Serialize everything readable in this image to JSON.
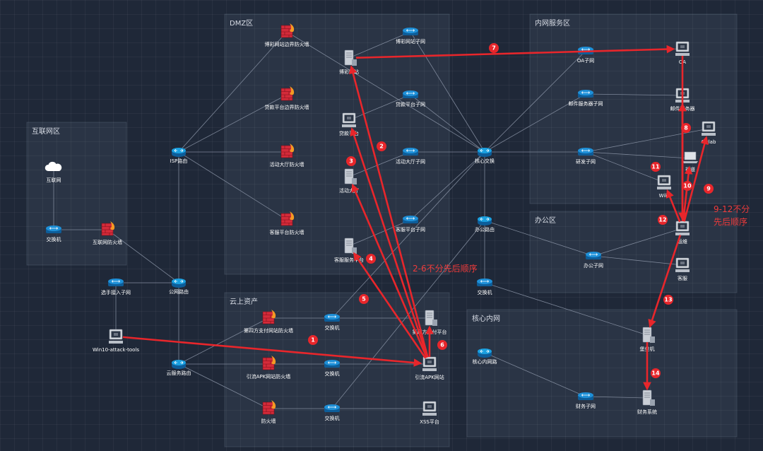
{
  "zones": [
    {
      "id": "dmz",
      "title": "DMZ区"
    },
    {
      "id": "intranet",
      "title": "内网服务区"
    },
    {
      "id": "internet",
      "title": "互联网区"
    },
    {
      "id": "office",
      "title": "办公区"
    },
    {
      "id": "cloud",
      "title": "云上资产"
    },
    {
      "id": "core",
      "title": "核心内网"
    }
  ],
  "nodes": [
    {
      "id": "internet_cloud",
      "type": "cloud",
      "label": "互联网"
    },
    {
      "id": "inet_switch",
      "type": "switch",
      "label": "交换机"
    },
    {
      "id": "inet_fw",
      "type": "firewall",
      "label": "互联网防火墙"
    },
    {
      "id": "isp_router",
      "type": "router",
      "label": "ISP路由"
    },
    {
      "id": "public_router",
      "type": "router",
      "label": "公网路由"
    },
    {
      "id": "player_subnet",
      "type": "switch",
      "label": "选手接入子网"
    },
    {
      "id": "win10",
      "type": "pc",
      "label": "Win10-attack-tools"
    },
    {
      "id": "cloud_router",
      "type": "router",
      "label": "云服务路由"
    },
    {
      "id": "gamb_fw",
      "type": "firewall",
      "label": "博彩网站边界防火墙"
    },
    {
      "id": "gamb_subnet",
      "type": "switch",
      "label": "博彩网站子网"
    },
    {
      "id": "gamb_site",
      "type": "server",
      "label": "博彩网站"
    },
    {
      "id": "loan_fw",
      "type": "firewall",
      "label": "贷款平台边界防火墙"
    },
    {
      "id": "loan_subnet",
      "type": "switch",
      "label": "贷款平台子网"
    },
    {
      "id": "loan_platform",
      "type": "pc",
      "label": "贷款平台"
    },
    {
      "id": "event_fw",
      "type": "firewall",
      "label": "活动大厅防火墙"
    },
    {
      "id": "event_subnet",
      "type": "switch",
      "label": "活动大厅子网"
    },
    {
      "id": "event_hall",
      "type": "server",
      "label": "活动大厅"
    },
    {
      "id": "cs_fw",
      "type": "firewall",
      "label": "客服平台防火墙"
    },
    {
      "id": "cs_subnet",
      "type": "switch",
      "label": "客服平台子网"
    },
    {
      "id": "cs_platform",
      "type": "server",
      "label": "客服服务平台"
    },
    {
      "id": "core_switch",
      "type": "router",
      "label": "核心交换"
    },
    {
      "id": "office_router",
      "type": "router",
      "label": "办公路由"
    },
    {
      "id": "core_sw2",
      "type": "switch",
      "label": "交换机"
    },
    {
      "id": "core_inner_router",
      "type": "router",
      "label": "核心内网路"
    },
    {
      "id": "pay_fw",
      "type": "firewall",
      "label": "第四方支付网站防火墙"
    },
    {
      "id": "pay_sw",
      "type": "switch",
      "label": "交换机"
    },
    {
      "id": "pay_platform",
      "type": "server",
      "label": "第四方支付平台"
    },
    {
      "id": "apk_fw",
      "type": "firewall",
      "label": "引流APK网站防火墙"
    },
    {
      "id": "apk_sw",
      "type": "switch",
      "label": "交换机"
    },
    {
      "id": "apk_site",
      "type": "pc",
      "label": "引流APK网站"
    },
    {
      "id": "fw3",
      "type": "firewall",
      "label": "防火墙"
    },
    {
      "id": "xss_sw",
      "type": "switch",
      "label": "交换机"
    },
    {
      "id": "xss_platform",
      "type": "pc",
      "label": "XSS平台"
    },
    {
      "id": "oa_subnet",
      "type": "switch",
      "label": "OA子网"
    },
    {
      "id": "oa",
      "type": "pc",
      "label": "OA"
    },
    {
      "id": "mail_subnet",
      "type": "switch",
      "label": "邮件服务器子网"
    },
    {
      "id": "mail_server",
      "type": "pc",
      "label": "邮件服务器"
    },
    {
      "id": "dev_subnet",
      "type": "switch",
      "label": "研发子网"
    },
    {
      "id": "gitlab",
      "type": "pc",
      "label": "Gitlab"
    },
    {
      "id": "chandao",
      "type": "laptop",
      "label": "禅道"
    },
    {
      "id": "wiki",
      "type": "pc",
      "label": "Wiki"
    },
    {
      "id": "ops",
      "type": "pc",
      "label": "运维"
    },
    {
      "id": "office_subnet",
      "type": "switch",
      "label": "办公子网"
    },
    {
      "id": "cs_pc",
      "type": "pc",
      "label": "客服"
    },
    {
      "id": "bastion",
      "type": "server",
      "label": "堡垒机"
    },
    {
      "id": "fin_subnet",
      "type": "switch",
      "label": "财务子网"
    },
    {
      "id": "fin_system",
      "type": "server",
      "label": "财务系统"
    }
  ],
  "links": [
    [
      "internet_cloud",
      "inet_switch"
    ],
    [
      "inet_switch",
      "inet_fw"
    ],
    [
      "inet_fw",
      "public_router"
    ],
    [
      "isp_router",
      "public_router"
    ],
    [
      "public_router",
      "cloud_router"
    ],
    [
      "player_subnet",
      "public_router"
    ],
    [
      "player_subnet",
      "win10"
    ],
    [
      "isp_router",
      "gamb_fw"
    ],
    [
      "isp_router",
      "loan_fw"
    ],
    [
      "isp_router",
      "event_fw"
    ],
    [
      "isp_router",
      "cs_fw"
    ],
    [
      "gamb_subnet",
      "gamb_site"
    ],
    [
      "loan_subnet",
      "loan_platform"
    ],
    [
      "event_subnet",
      "event_hall"
    ],
    [
      "cs_subnet",
      "cs_platform"
    ],
    [
      "gamb_subnet",
      "core_switch"
    ],
    [
      "loan_subnet",
      "core_switch"
    ],
    [
      "event_subnet",
      "core_switch"
    ],
    [
      "cs_subnet",
      "core_switch"
    ],
    [
      "gamb_fw",
      "core_switch"
    ],
    [
      "core_switch",
      "oa_subnet"
    ],
    [
      "core_switch",
      "mail_subnet"
    ],
    [
      "core_switch",
      "dev_subnet"
    ],
    [
      "core_switch",
      "office_router"
    ],
    [
      "oa_subnet",
      "oa"
    ],
    [
      "mail_subnet",
      "mail_server"
    ],
    [
      "dev_subnet",
      "gitlab"
    ],
    [
      "dev_subnet",
      "chandao"
    ],
    [
      "dev_subnet",
      "wiki"
    ],
    [
      "office_router",
      "office_subnet"
    ],
    [
      "office_subnet",
      "ops"
    ],
    [
      "office_subnet",
      "cs_pc"
    ],
    [
      "office_router",
      "core_sw2"
    ],
    [
      "core_sw2",
      "bastion"
    ],
    [
      "core_inner_router",
      "fin_subnet"
    ],
    [
      "fin_subnet",
      "fin_system"
    ],
    [
      "cloud_router",
      "pay_fw"
    ],
    [
      "cloud_router",
      "apk_fw"
    ],
    [
      "cloud_router",
      "fw3"
    ],
    [
      "pay_fw",
      "pay_sw"
    ],
    [
      "pay_sw",
      "pay_platform"
    ],
    [
      "apk_fw",
      "apk_sw"
    ],
    [
      "apk_sw",
      "apk_site"
    ],
    [
      "fw3",
      "xss_sw"
    ],
    [
      "xss_sw",
      "xss_platform"
    ],
    [
      "pay_sw",
      "core_switch"
    ],
    [
      "xss_sw",
      "office_router"
    ]
  ],
  "attack_steps": [
    {
      "num": "1",
      "from": "win10",
      "to": "apk_site"
    },
    {
      "num": "2",
      "from": "apk_site",
      "to": "loan_platform"
    },
    {
      "num": "3",
      "from": "apk_site",
      "to": "event_hall"
    },
    {
      "num": "4",
      "from": "apk_site",
      "to": "cs_platform"
    },
    {
      "num": "5",
      "from": "apk_site",
      "to": "gamb_site"
    },
    {
      "num": "6",
      "from": "apk_site",
      "to": "pay_platform"
    },
    {
      "num": "7",
      "from": "gamb_site",
      "to": "oa"
    },
    {
      "num": "8",
      "from": "ops",
      "to": "mail_server"
    },
    {
      "num": "9",
      "from": "ops",
      "to": "gitlab"
    },
    {
      "num": "10",
      "from": "ops",
      "to": "chandao"
    },
    {
      "num": "11",
      "from": "ops",
      "to": "wiki"
    },
    {
      "num": "12",
      "from": "oa",
      "to": "ops"
    },
    {
      "num": "13",
      "from": "ops",
      "to": "bastion"
    },
    {
      "num": "14",
      "from": "bastion",
      "to": "fin_system"
    }
  ],
  "notes": [
    {
      "id": "note_2_6",
      "text": "2-6不分先后顺序"
    },
    {
      "id": "note_9_12_a",
      "text": "9-12不分"
    },
    {
      "id": "note_9_12_b",
      "text": "先后顺序"
    }
  ],
  "colors": {
    "firewall": "#d42b3a",
    "switch": "#1e90d8",
    "router": "#1aa0e0",
    "attack": "#e8262b",
    "link": "#8c96a8"
  }
}
